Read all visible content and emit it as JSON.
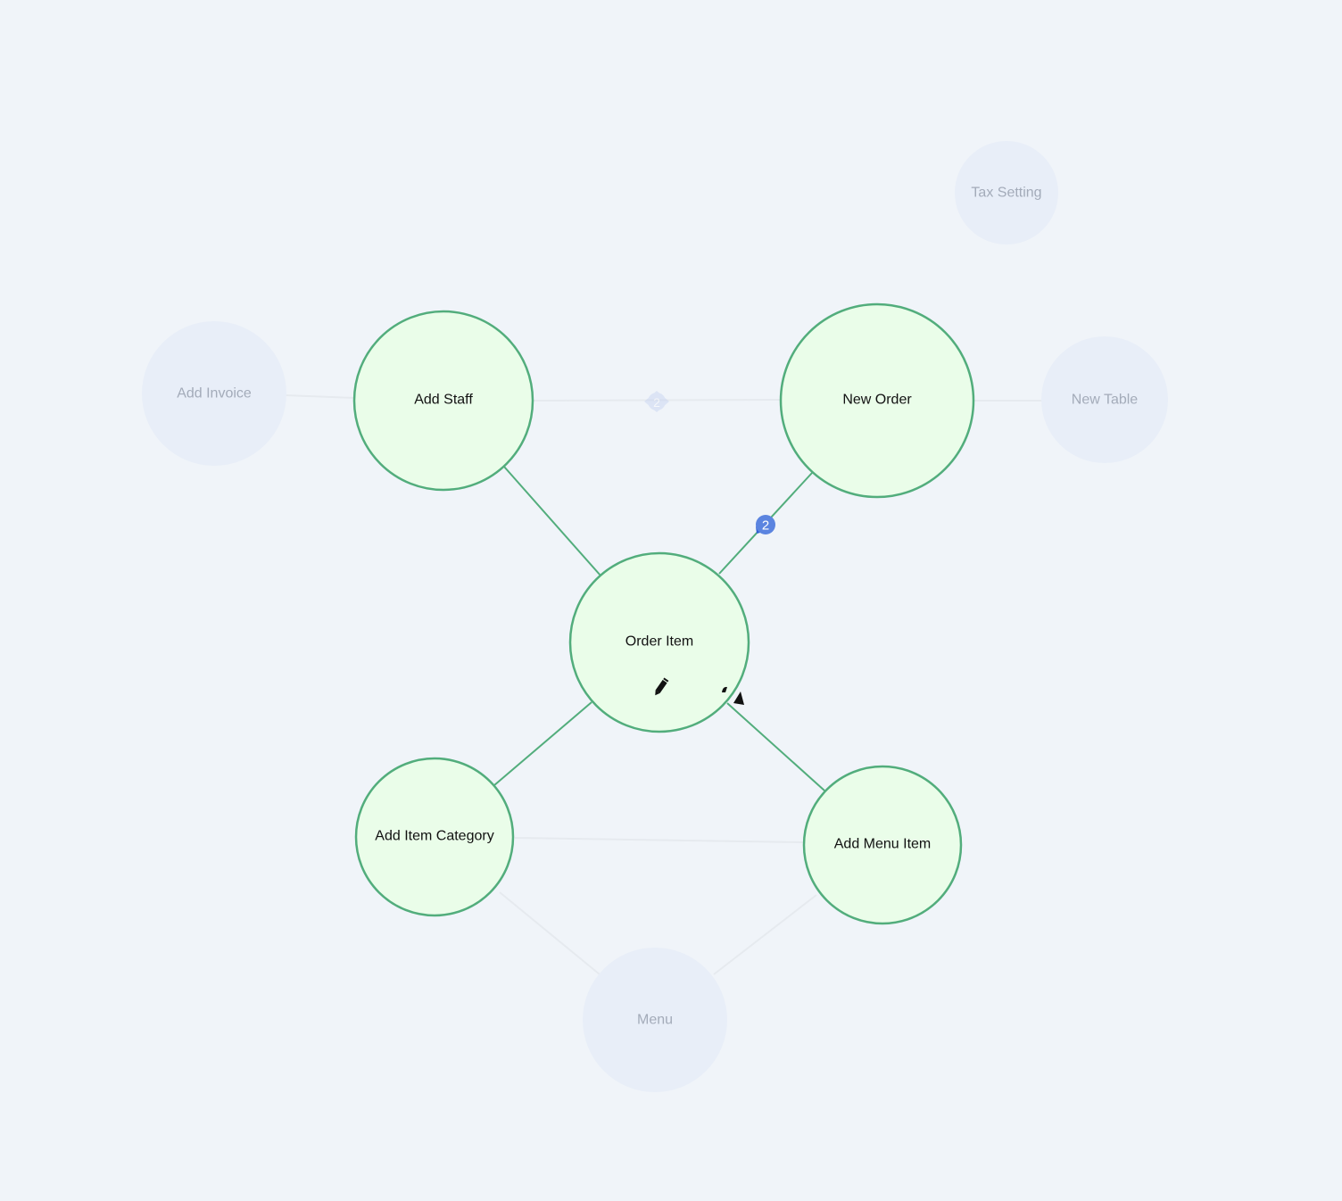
{
  "colors": {
    "background": "#f0f4f9",
    "active_fill": "#eafde9",
    "active_stroke": "#52ad7c",
    "faded_fill": "#e8eef8",
    "faded_text": "#a3abb9",
    "badge": "#5b84e0"
  },
  "nodes": {
    "order_item": "Order Item",
    "add_staff": "Add Staff",
    "new_order": "New Order",
    "add_item_category": "Add Item Category",
    "add_menu_item": "Add Menu Item",
    "add_invoice": "Add Invoice",
    "new_table": "New Table",
    "tax_setting": "Tax Setting",
    "menu": "Menu"
  },
  "badges": {
    "order_to_new_order": "2",
    "staff_to_new_order": "2"
  },
  "icons": {
    "edit": "pencil-icon",
    "link": "link-arrow-icon"
  }
}
